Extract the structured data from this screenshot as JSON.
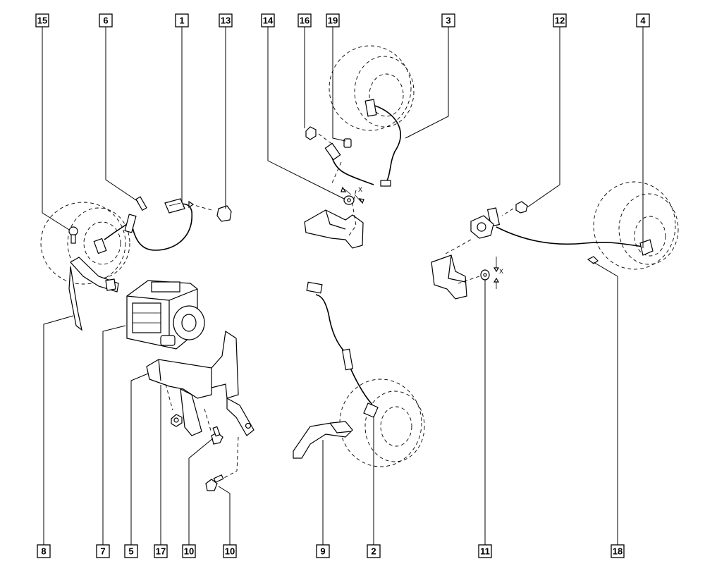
{
  "diagram": {
    "callouts": [
      {
        "id": "c15-top",
        "label": "15"
      },
      {
        "id": "c6-top",
        "label": "6"
      },
      {
        "id": "c1-top",
        "label": "1"
      },
      {
        "id": "c13-top",
        "label": "13"
      },
      {
        "id": "c14-top",
        "label": "14"
      },
      {
        "id": "c16-top",
        "label": "16"
      },
      {
        "id": "c19-top",
        "label": "19"
      },
      {
        "id": "c3-top",
        "label": "3"
      },
      {
        "id": "c12-top",
        "label": "12"
      },
      {
        "id": "c4-top",
        "label": "4"
      },
      {
        "id": "c8-bot",
        "label": "8"
      },
      {
        "id": "c7-bot",
        "label": "7"
      },
      {
        "id": "c5-bot",
        "label": "5"
      },
      {
        "id": "c17-bot",
        "label": "17"
      },
      {
        "id": "c10a-bot",
        "label": "10"
      },
      {
        "id": "c10b-bot",
        "label": "10"
      },
      {
        "id": "c9-bot",
        "label": "9"
      },
      {
        "id": "c2-bot",
        "label": "2"
      },
      {
        "id": "c11-bot",
        "label": "11"
      },
      {
        "id": "c18-bot",
        "label": "18"
      }
    ],
    "gap_marks": [
      {
        "id": "x-front",
        "label": "X"
      },
      {
        "id": "x-rear",
        "label": "X"
      }
    ]
  }
}
